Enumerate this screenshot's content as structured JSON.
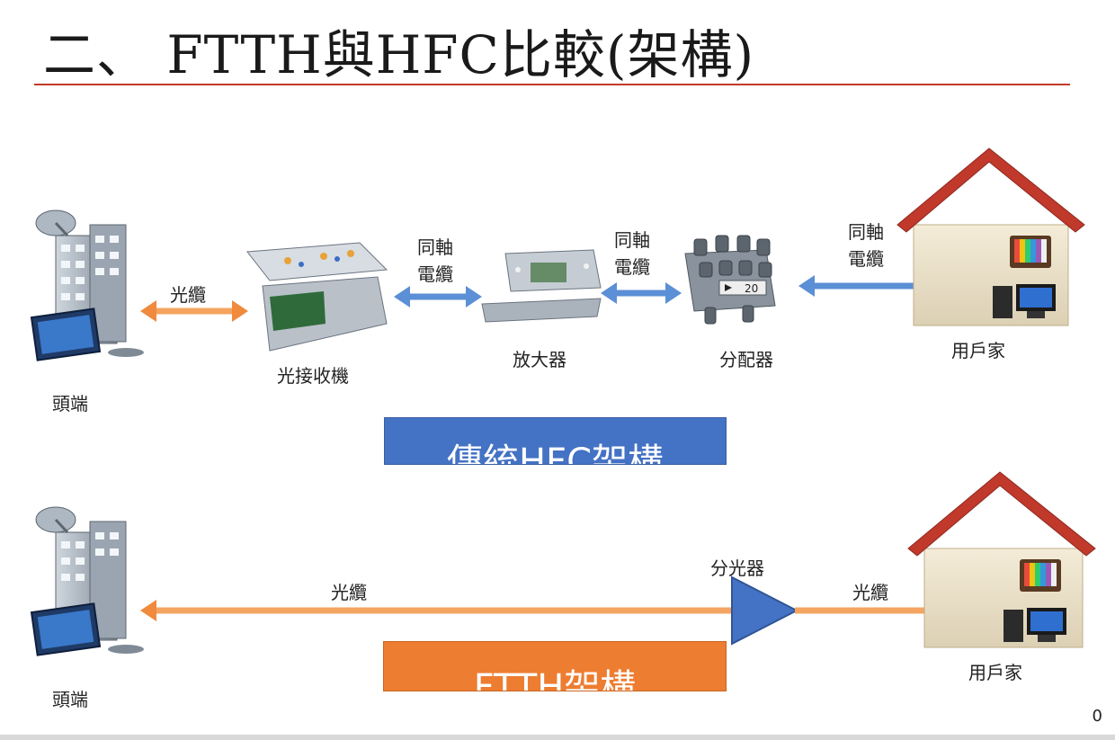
{
  "title": "二、 FTTH與HFC比較(架構)",
  "hfc": {
    "headend_label": "頭端",
    "fiber_label": "光纜",
    "optical_receiver_label": "光接收機",
    "coax1_line1": "同軸",
    "coax1_line2": "電纜",
    "amplifier_label": "放大器",
    "coax2_line1": "同軸",
    "coax2_line2": "電纜",
    "splitter_label": "分配器",
    "splitter_badge": "20",
    "coax3_line1": "同軸",
    "coax3_line2": "電纜",
    "home_label": "用戶家",
    "banner": "傳統HFC架構"
  },
  "ftth": {
    "headend_label": "頭端",
    "fiber1_label": "光纜",
    "splitter_label": "分光器",
    "fiber2_label": "光纜",
    "home_label": "用戶家",
    "banner": "FTTH架構"
  },
  "page_number": "0",
  "colors": {
    "fiber": "#f4a460",
    "fiber_dark": "#f08a3c",
    "coax": "#5b8fd6",
    "splitter_triangle": "#4472c4",
    "hfc_banner": "#4472c4",
    "ftth_banner": "#ed7d31",
    "title_rule": "#c0392b",
    "roof": "#c0392b"
  }
}
